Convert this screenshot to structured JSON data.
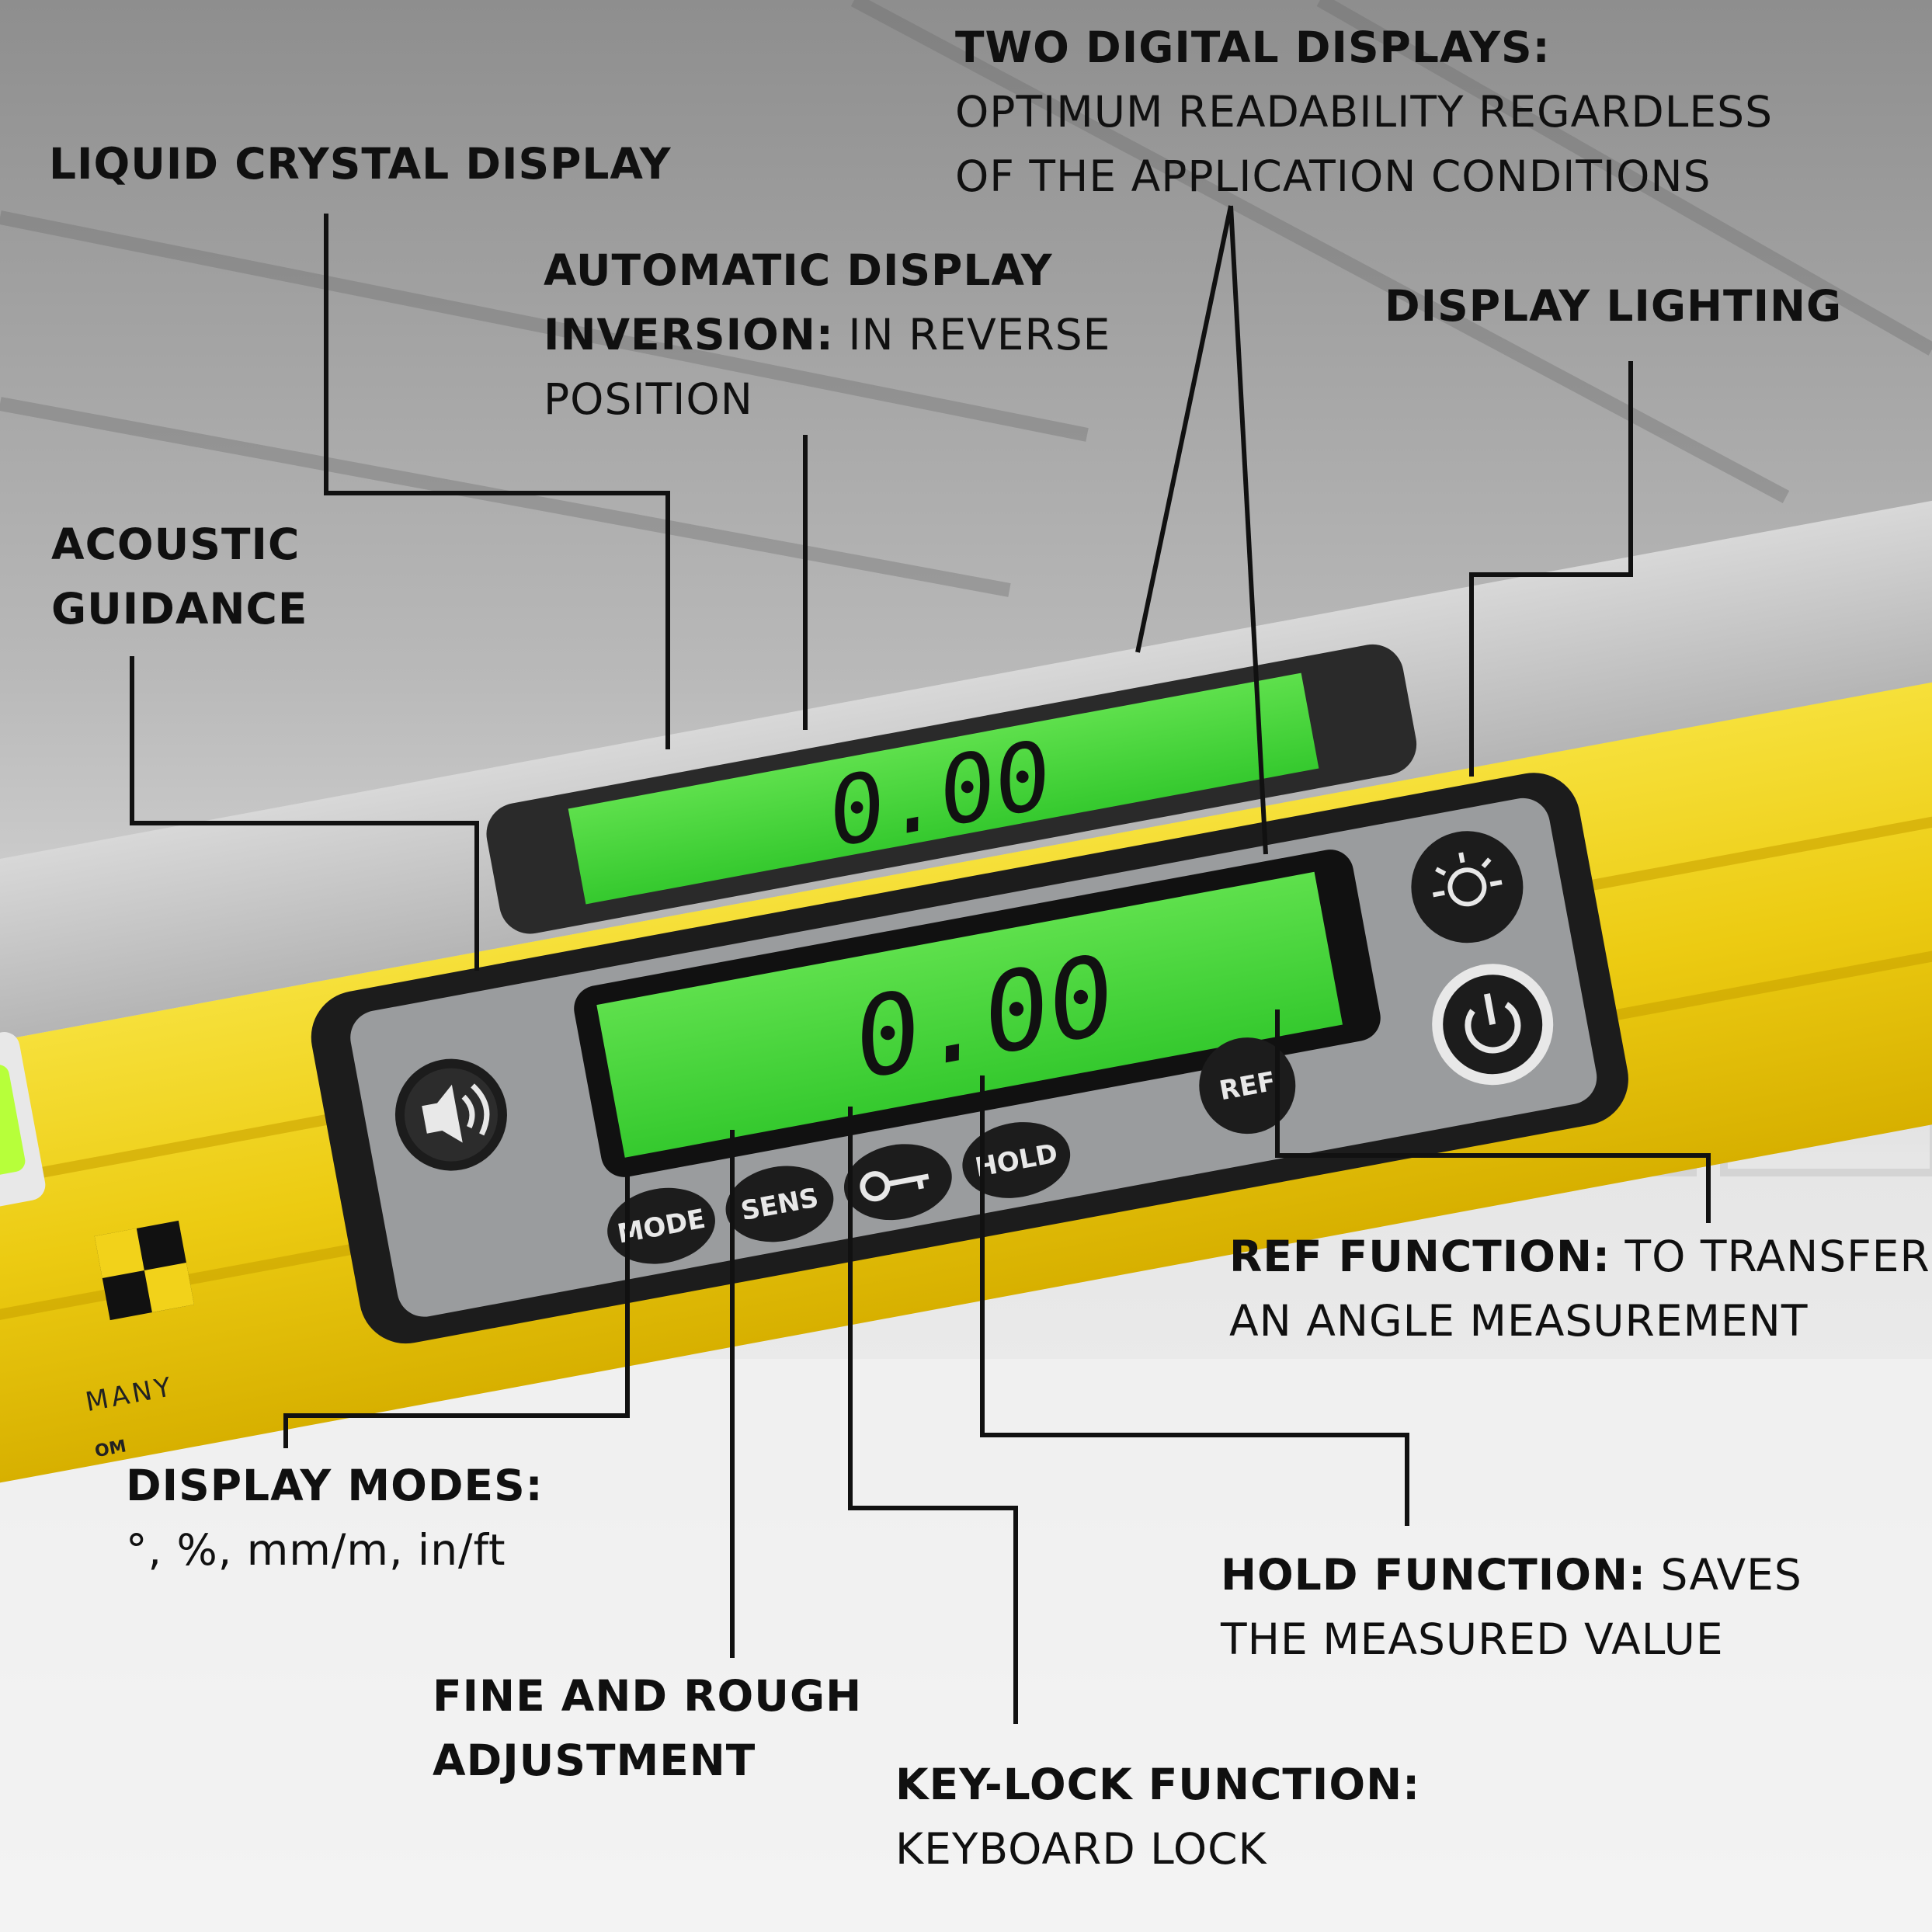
{
  "labels": {
    "lcd": {
      "bold": "LIQUID CRYSTAL DISPLAY"
    },
    "auto_inversion": {
      "bold1": "AUTOMATIC DISPLAY",
      "bold2": "INVERSION:",
      "rest2": " IN REVERSE",
      "line3": "POSITION"
    },
    "two_displays": {
      "bold": "TWO DIGITAL DISPLAYS:",
      "line2": "OPTIMUM READABILITY REGARDLESS",
      "line3": "OF THE APPLICATION CONDITIONS"
    },
    "lighting": {
      "bold": "DISPLAY LIGHTING"
    },
    "acoustic": {
      "line1": "ACOUSTIC",
      "line2": "GUIDANCE"
    },
    "ref": {
      "bold": "REF FUNCTION:",
      "rest": " TO TRANSFER",
      "line2": "AN ANGLE MEASUREMENT"
    },
    "modes": {
      "bold": "DISPLAY MODES:",
      "line2": "°, %, mm/m, in/ft"
    },
    "hold": {
      "bold": "HOLD FUNCTION:",
      "rest": " SAVES",
      "line2": "THE MEASURED VALUE"
    },
    "fine": {
      "line1": "FINE AND ROUGH",
      "line2": "ADJUSTMENT"
    },
    "keylock": {
      "bold": "KEY-LOCK FUNCTION:",
      "line2": "KEYBOARD LOCK"
    }
  },
  "device": {
    "upper_reading": "0.00",
    "lower_reading": "0.00",
    "buttons": {
      "mode": "MODE",
      "sens": "SENS",
      "hold": "HOLD",
      "ref": "REF"
    },
    "brand_text": "MANY",
    "brand_text2": "OM"
  },
  "colors": {
    "yellow": "#f2d21a",
    "lcd_green": "#43d93a",
    "panel_gray": "#9a9c9e",
    "frame_black": "#1c1c1c"
  }
}
